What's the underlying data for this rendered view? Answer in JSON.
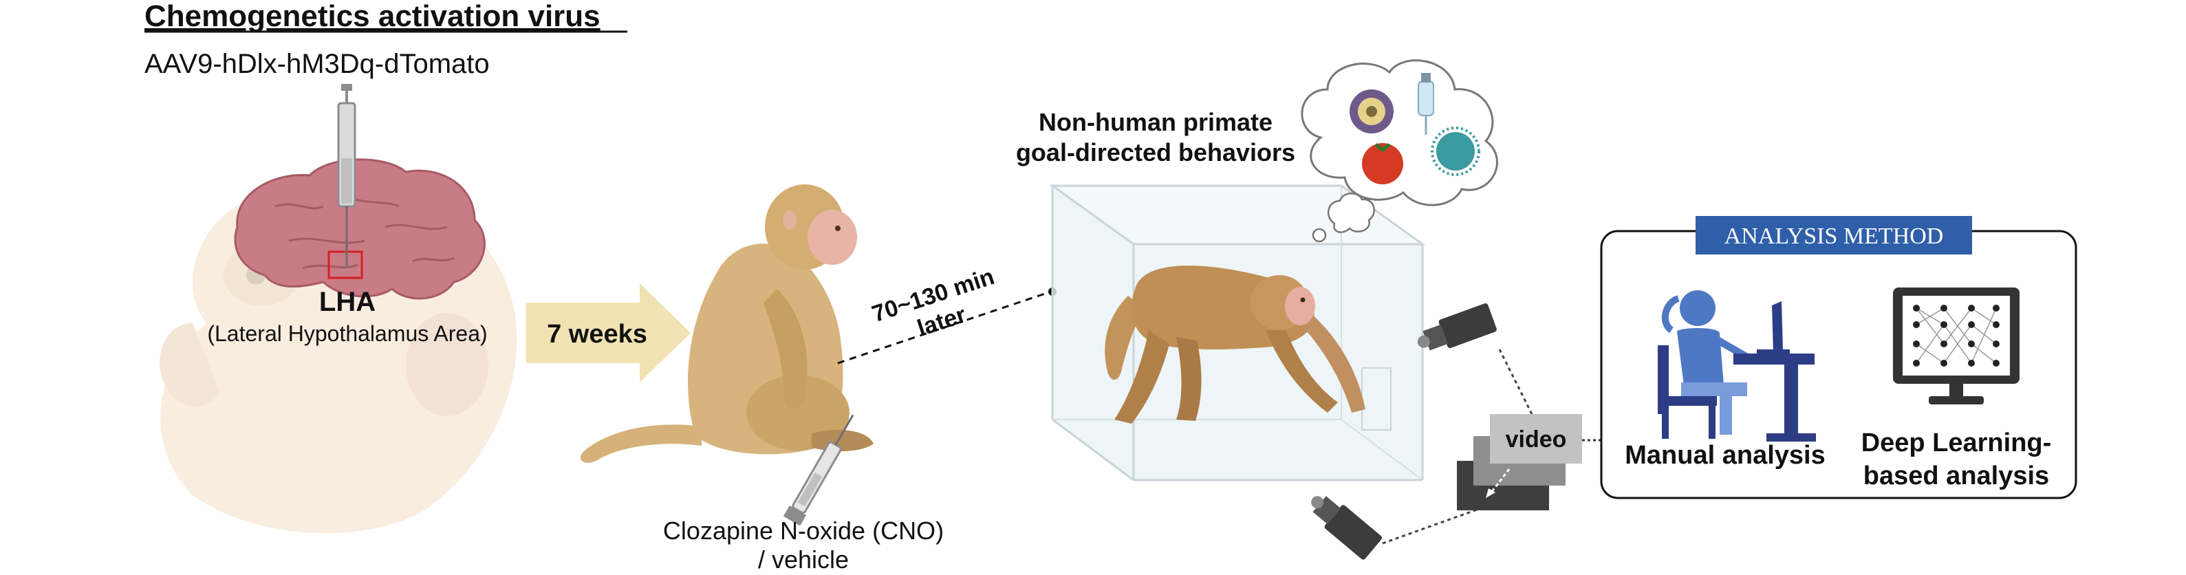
{
  "header": {
    "title": "Chemogenetics activation virus",
    "virus": "AAV9-hDlx-hM3Dq-dTomato"
  },
  "brain": {
    "region_abbr": "LHA",
    "region_full": "(Lateral Hypothalamus Area)"
  },
  "timeline": {
    "duration": "7 weeks",
    "delay_line1": "70~130 min",
    "delay_line2": "later"
  },
  "injection": {
    "line1": "Clozapine N-oxide (CNO)",
    "line2": "/ vehicle"
  },
  "behavior": {
    "line1": "Non-human primate",
    "line2": "goal-directed behaviors"
  },
  "recording": {
    "label": "video"
  },
  "analysis": {
    "title": "ANALYSIS METHOD",
    "manual": "Manual analysis",
    "deep_line1": "Deep Learning-",
    "deep_line2": "based analysis"
  },
  "colors": {
    "arrow": "#f1e2b3",
    "analysis_badge": "#2f5fa8",
    "person": "#4f78c4",
    "monkey": "#cfa870",
    "brain": "#c97b86",
    "lha_box": "#d42020"
  },
  "icons": [
    "syringe-icon",
    "brain-icon",
    "monkey-icon",
    "camera-icon",
    "thought-cloud-icon",
    "person-computer-icon",
    "neural-network-monitor-icon"
  ]
}
